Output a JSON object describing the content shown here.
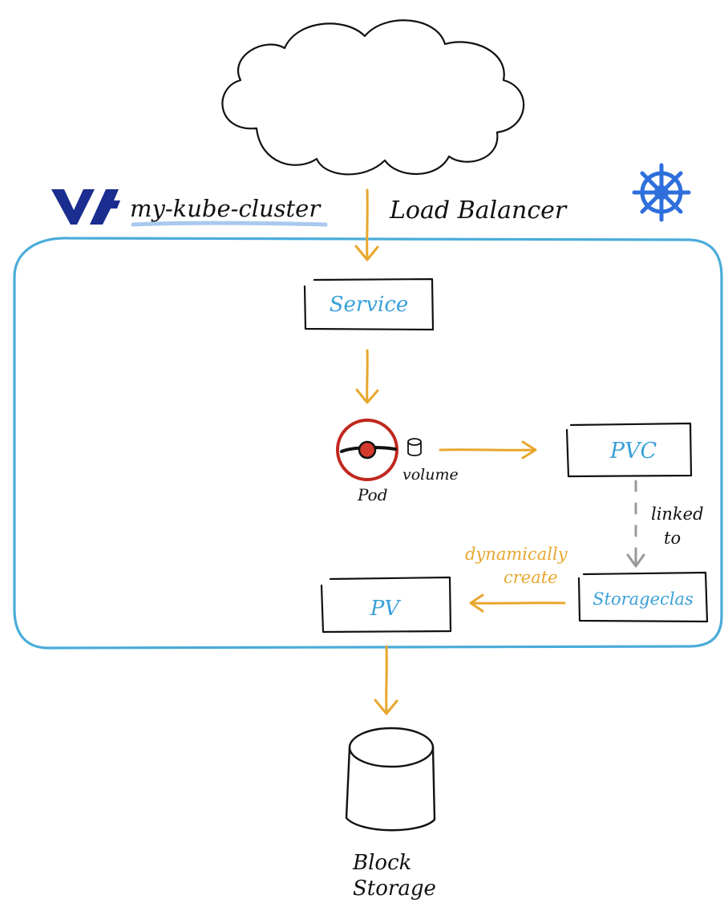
{
  "header": {
    "cluster_name": "my-kube-cluster",
    "load_balancer_label": "Load Balancer"
  },
  "nodes": {
    "service": "Service",
    "pvc": "PVC",
    "storageclass": "Storageclas",
    "pv": "PV",
    "pod": "Pod",
    "volume": "volume",
    "block_storage_line1": "Block",
    "block_storage_line2": "Storage"
  },
  "edges": {
    "linked_to_line1": "linked",
    "linked_to_line2": "to",
    "dynamically_line1": "dynamically",
    "dynamically_line2": "create"
  },
  "icons": {
    "provider_logo": "ovh-logo",
    "kubernetes": "kubernetes-helm-icon",
    "internet": "cloud-icon"
  },
  "colors": {
    "cluster_border": "#49acd9",
    "arrow_flow": "#e8a72e",
    "arrow_link": "#999999",
    "node_text": "#3aa0d8",
    "logo": "#1b2d8f",
    "kubernetes": "#2f6fdc",
    "pod_ring": "#c0281f"
  }
}
